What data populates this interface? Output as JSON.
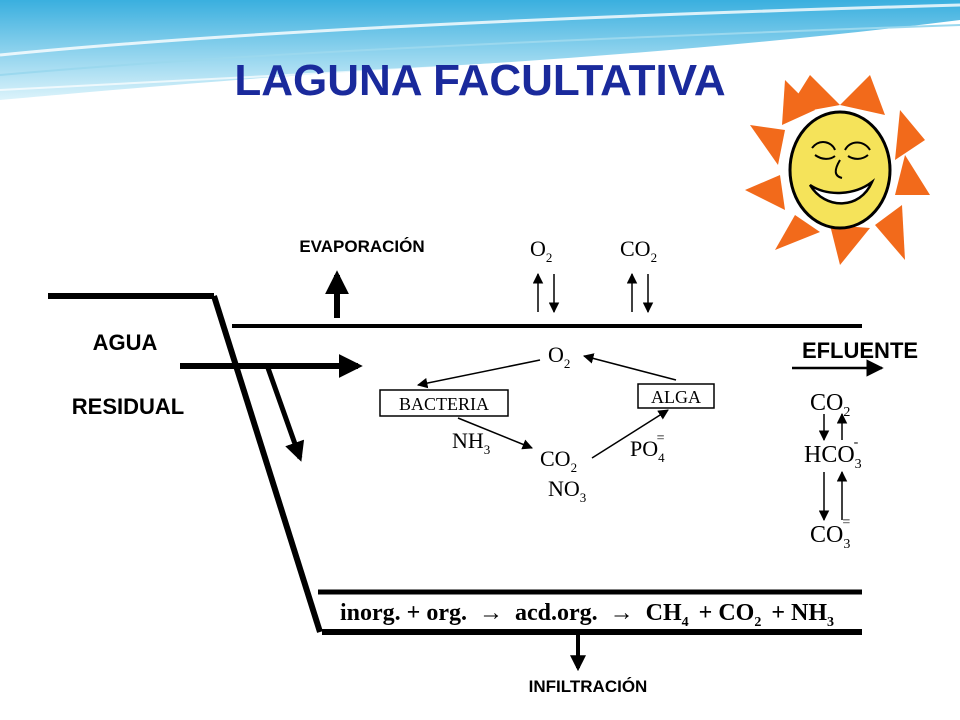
{
  "title": "LAGUNA FACULTATIVA",
  "labels": {
    "evaporation": "EVAPORACIÓN",
    "influent_line1": "AGUA",
    "influent_line2": "RESIDUAL",
    "effluent": "EFLUENTE",
    "infiltration": "INFILTRACIÓN"
  },
  "surface_gases": {
    "o2": {
      "base": "O",
      "sub": "2"
    },
    "co2": {
      "base": "CO",
      "sub": "2"
    }
  },
  "cycle": {
    "o2": {
      "base": "O",
      "sub": "2"
    },
    "bacteria": "BACTERIA",
    "alga": "ALGA",
    "nh3": {
      "base": "NH",
      "sub": "3"
    },
    "co2": {
      "base": "CO",
      "sub": "2"
    },
    "po4": {
      "base": "PO",
      "sub": "4",
      "sup": "="
    },
    "no3": {
      "base": "NO",
      "sub": "3"
    }
  },
  "carbonate": {
    "co2": {
      "base": "CO",
      "sub": "2"
    },
    "hco3": {
      "base": "HCO",
      "sub": "3",
      "sup": "-"
    },
    "co3": {
      "base": "CO",
      "sub": "3",
      "sup": "="
    }
  },
  "sediment_equation": {
    "parts": [
      "inorg. + org.",
      "acd.org.",
      "CH",
      "+ CO",
      "+ NH"
    ],
    "subs": [
      "4",
      "2",
      "3"
    ]
  },
  "colors": {
    "title": "#1a2a9c",
    "stroke": "#000000",
    "sun_face": "#f5e35a",
    "sun_rays": "#f26a1b",
    "sky_top": "#1aa0d8",
    "sky_light": "#bfe7f5"
  }
}
